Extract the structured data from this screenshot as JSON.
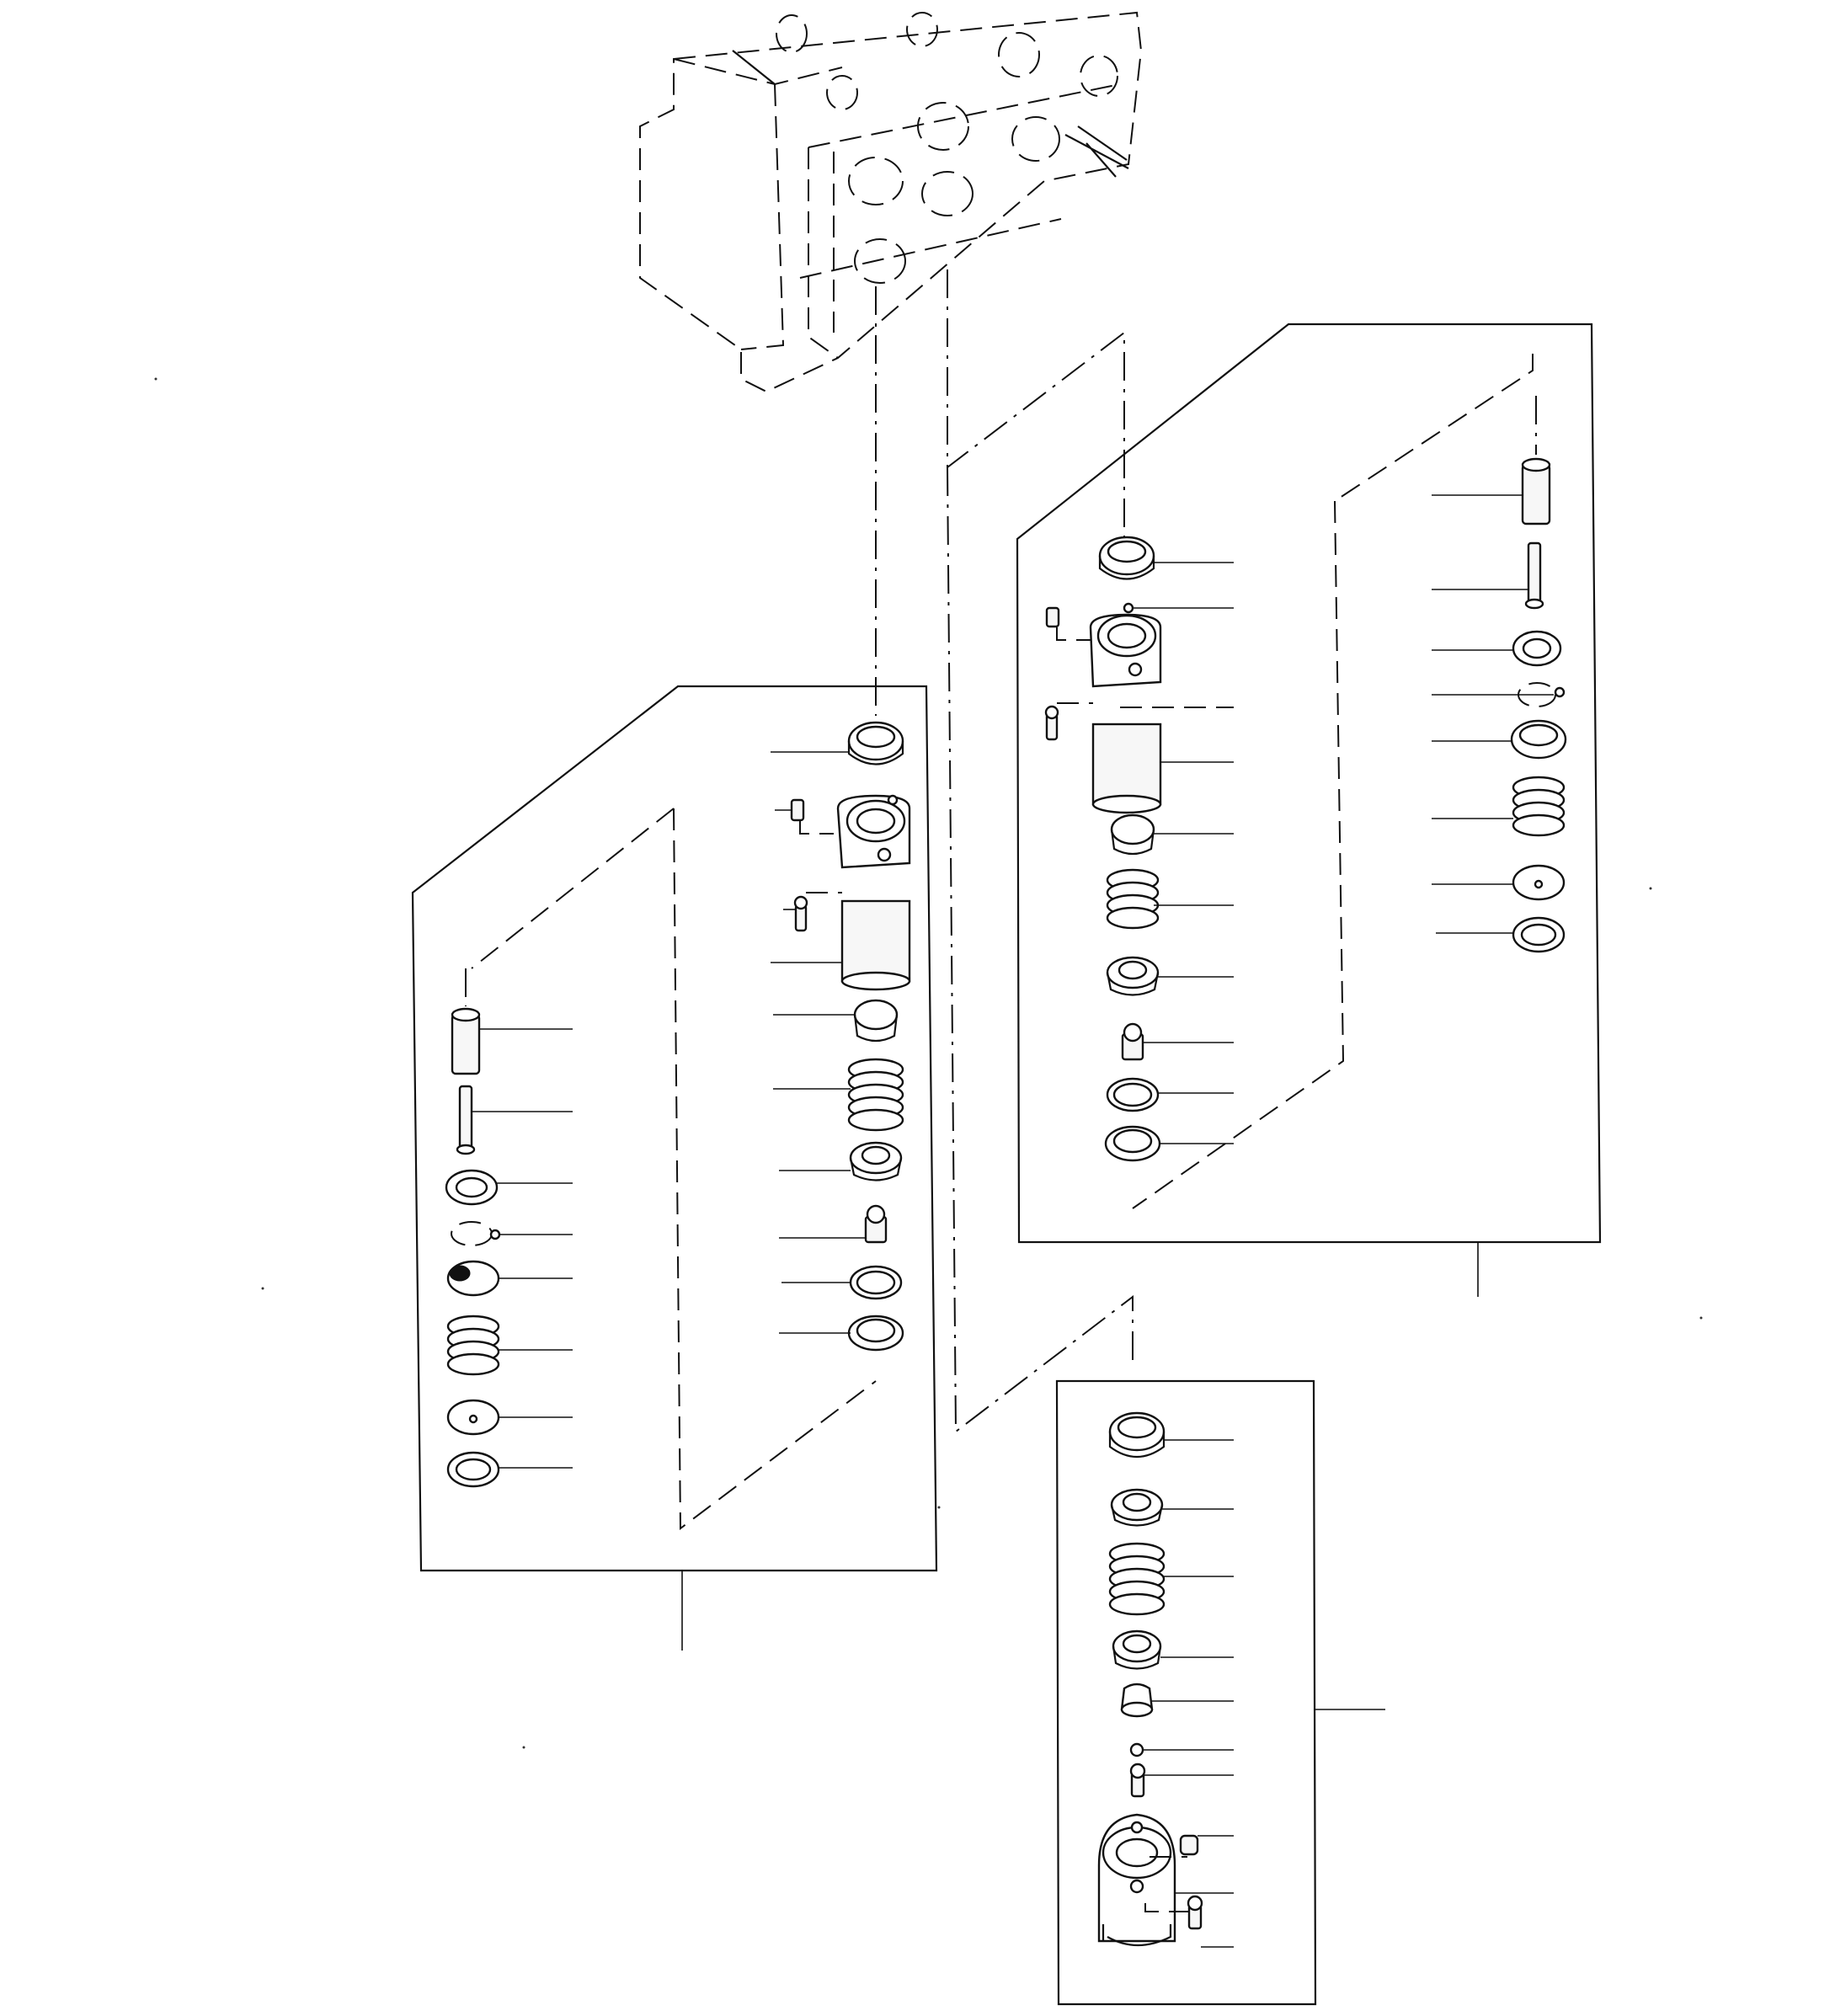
{
  "figure": {
    "kind": "exploded-parts-diagram",
    "text_labels": []
  },
  "groups": [
    {
      "id": "top-housing",
      "description_icon": "valve-block-outline-icon"
    },
    {
      "id": "left-assembly",
      "description_icon": "relief-valve-left-icon"
    },
    {
      "id": "right-assembly",
      "description_icon": "relief-valve-right-icon"
    },
    {
      "id": "bottom-assembly",
      "description_icon": "relief-valve-bottom-icon"
    }
  ]
}
